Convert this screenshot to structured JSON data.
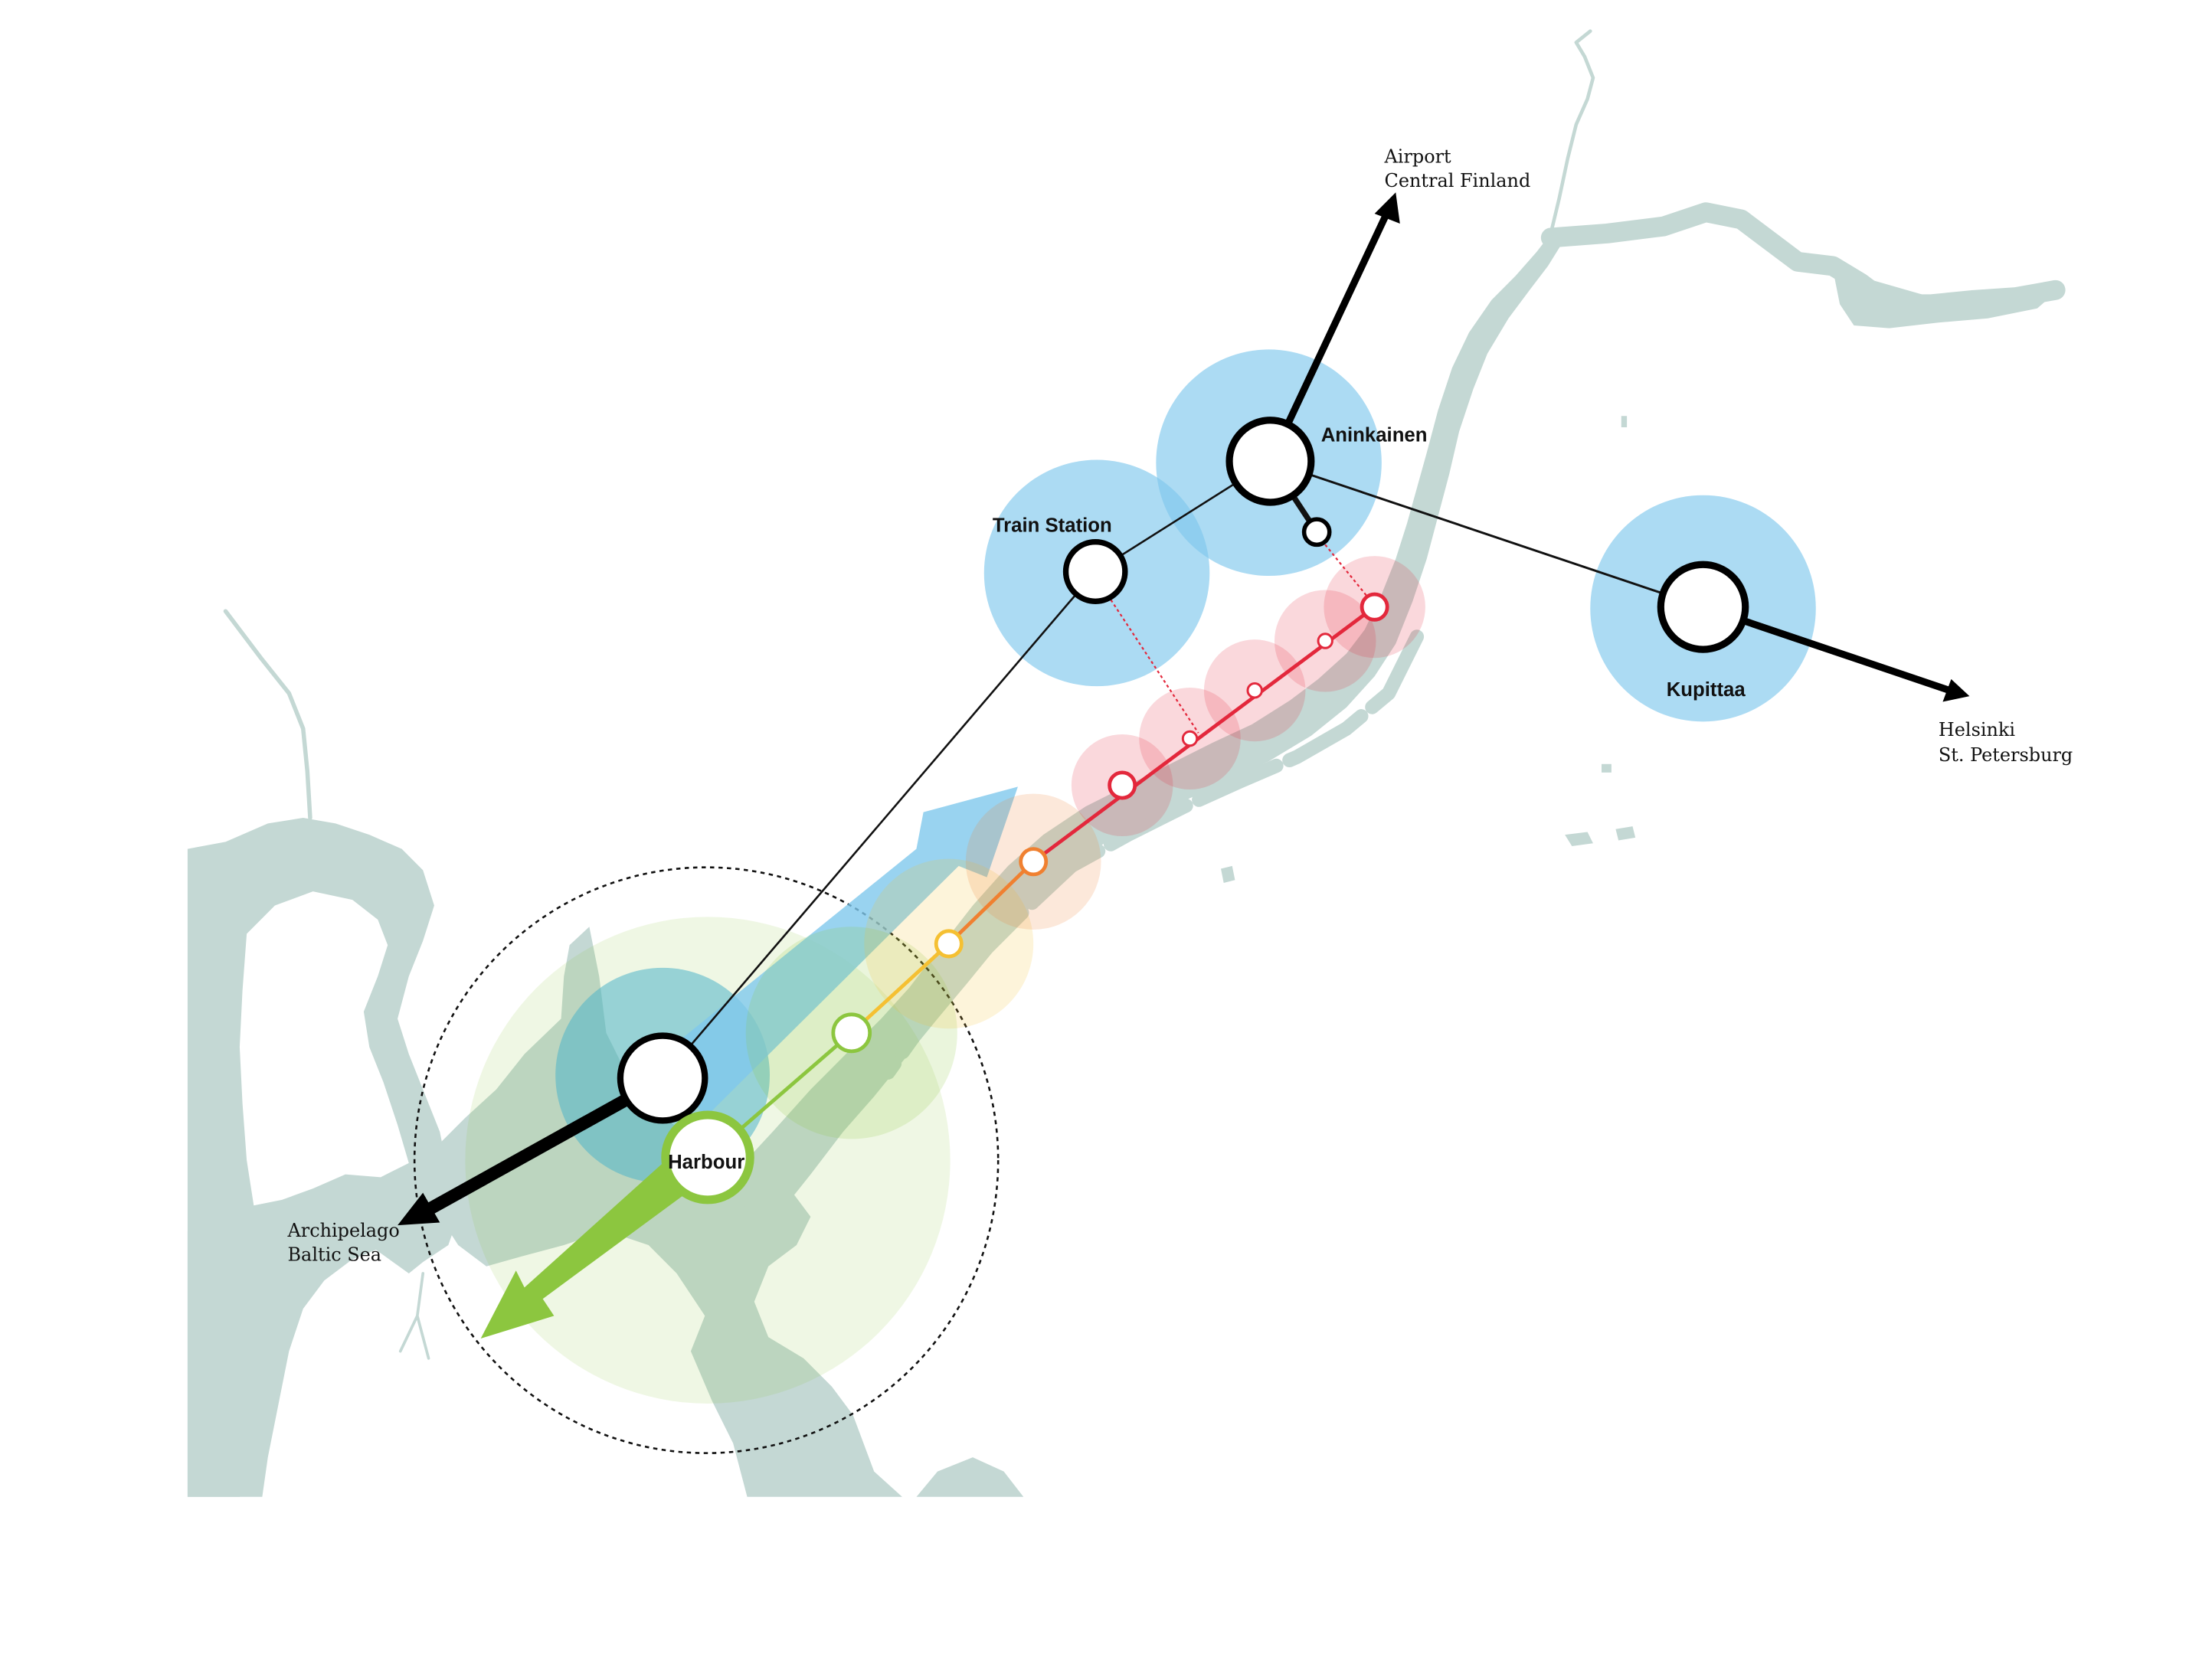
{
  "colors": {
    "water": "#c4d8d4",
    "hub_zone": "#7fc8ec",
    "harbour_green": "#8cc63f",
    "route_red": "#e3283c",
    "route_orange": "#f08030",
    "route_yellow": "#f5c032",
    "link_line": "#111111"
  },
  "hubs": {
    "harbour": "Harbour",
    "train_station": "Train Station",
    "aninkainen": "Aninkainen",
    "kupittaa": "Kupittaa"
  },
  "destinations": {
    "airport": {
      "line1": "Airport",
      "line2": "Central Finland"
    },
    "helsinki": {
      "line1": "Helsinki",
      "line2": "St. Petersburg"
    },
    "archipelago": {
      "line1": "Archipelago",
      "line2": "Baltic Sea"
    }
  },
  "legend": {}
}
